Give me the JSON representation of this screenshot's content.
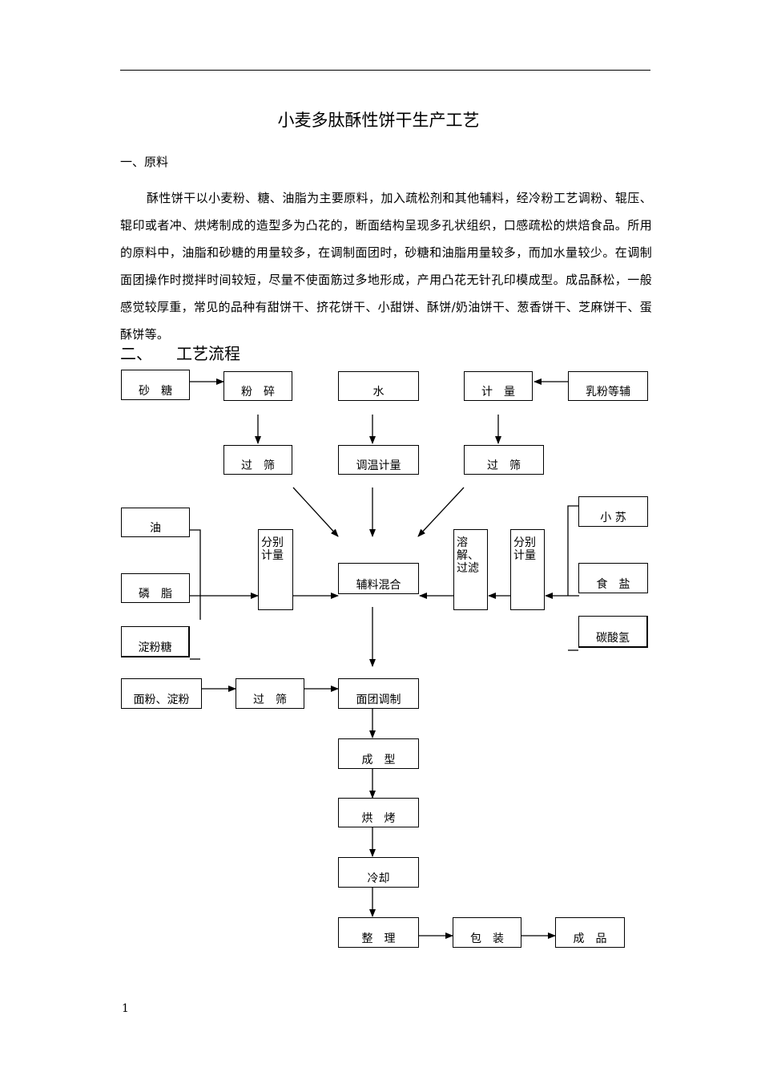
{
  "doc": {
    "title": "小麦多肽酥性饼干生产工艺",
    "section1": "一、原料",
    "paragraph": "酥性饼干以小麦粉、糖、油脂为主要原料，加入疏松剂和其他辅料，经冷粉工艺调粉、辊压、辊印或者冲、烘烤制成的造型多为凸花的，断面结构呈现多孔状组织，口感疏松的烘焙食品。所用的原料中，油脂和砂糖的用量较多，在调制面团时，砂糖和油脂用量较多，而加水量较少。在调制面团操作时搅拌时间较短，尽量不使面筋过多地形成，产用凸花无针孔印模成型。成品酥松，一般感觉较厚重，常见的品种有甜饼干、挤花饼干、小甜饼、酥饼/奶油饼干、葱香饼干、芝麻饼干、蛋酥饼等。",
    "section2_num": "二、",
    "section2_text": "工艺流程",
    "page_number": "1"
  },
  "flow": {
    "sugar": "砂　糖",
    "crush": "粉　碎",
    "water": "水",
    "measure": "计　量",
    "milk": "乳粉等辅",
    "sieve1": "过　筛",
    "temp": "调温计量",
    "sieve2": "过　筛",
    "oil": "油",
    "lecithin": "磷　脂",
    "starch_syrup": "淀粉糖",
    "sep_measure_left": "分别计量",
    "mix": "辅料混合",
    "dissolve": "溶解、过滤",
    "sep_measure_right": "分别计量",
    "soda": "小 苏",
    "salt": "食　盐",
    "bicarb": "碳酸氢",
    "flour": "面粉、淀粉",
    "sieve3": "过　筛",
    "dough": "面团调制",
    "forming": "成　型",
    "baking": "烘　烤",
    "cooling": "冷却",
    "arrange": "整　理",
    "packing": "包　装",
    "product": "成　品"
  }
}
